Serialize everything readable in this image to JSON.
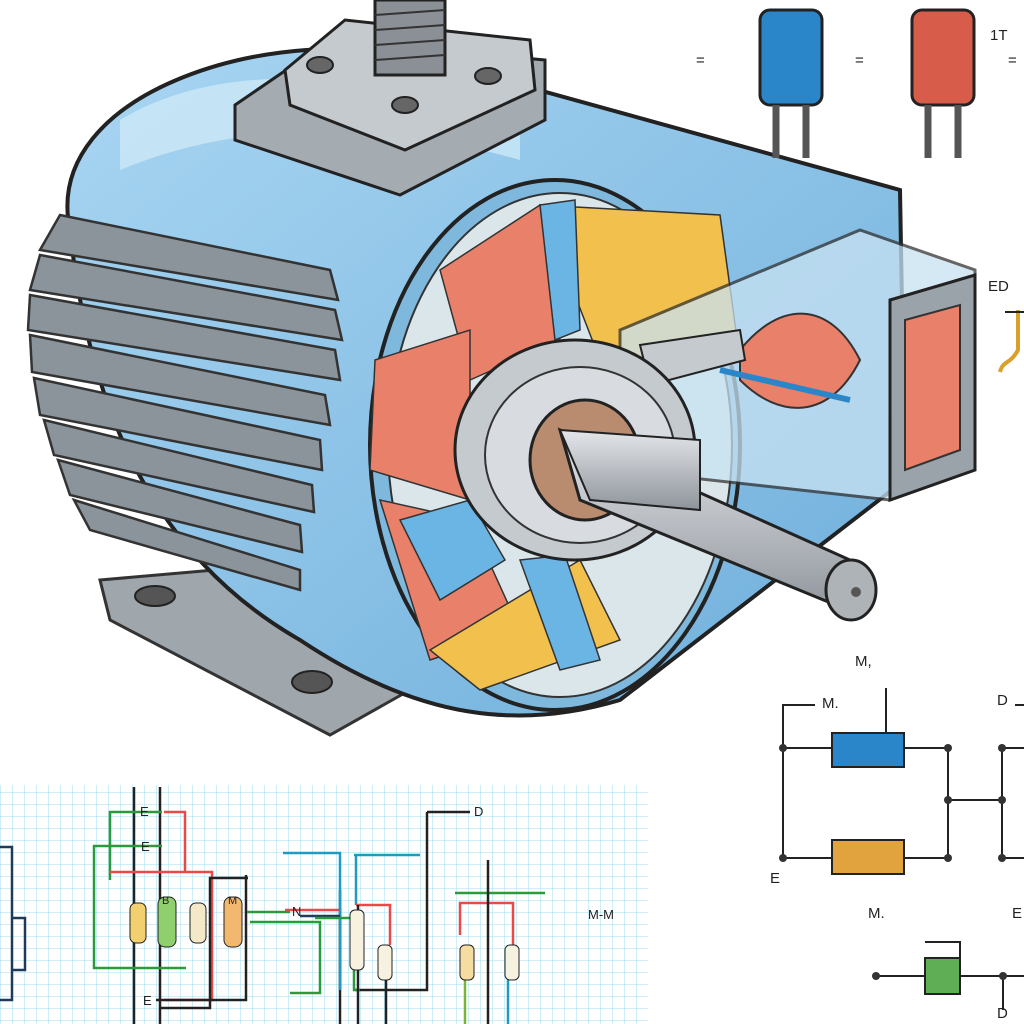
{
  "illustration": {
    "subject": "electric-motor-cutaway",
    "colors": {
      "housing": "#8cc3e6",
      "housing_dark": "#5b9cc9",
      "copper_winding": "#e8806a",
      "yellow_winding": "#f2c04c",
      "shaft": "#b8bcc2",
      "grid": "#9fdcef"
    }
  },
  "top_right_components": {
    "labels": [
      "=",
      "=",
      "1T",
      "="
    ],
    "side_label": "ED"
  },
  "right_circuit": {
    "title": "M,",
    "top_left_label": "M.",
    "top_right_label": "D",
    "bottom_left_label": "E",
    "lower_left_label": "M.",
    "lower_right_label": "E",
    "bottom_label": "D",
    "component_colors": [
      "#2b86c9",
      "#e0a33e",
      "#5fae55"
    ]
  },
  "grid_schematic": {
    "labels": {
      "top_e1": "E",
      "top_e2": "E",
      "bottom_e": "E",
      "d_label": "D",
      "n_label": "N",
      "mm_label": "M-M",
      "resistor_b": "B",
      "resistor_m": "M"
    }
  }
}
